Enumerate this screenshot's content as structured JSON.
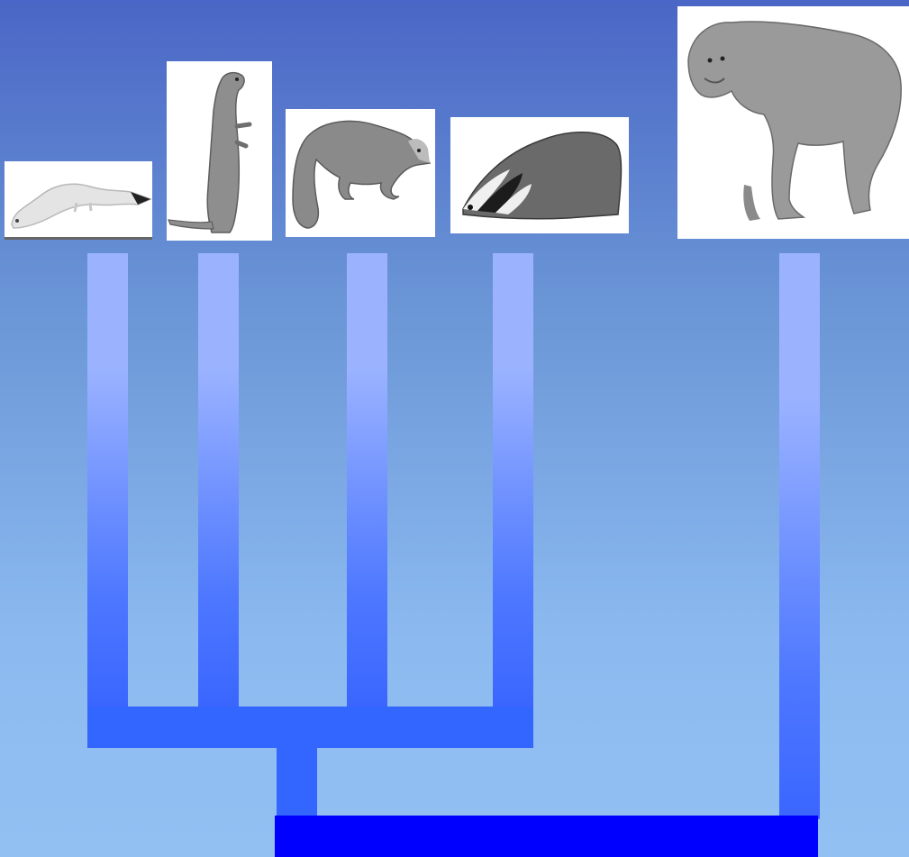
{
  "diagram": {
    "type": "phylogenetic-tree",
    "taxa": [
      {
        "id": "ermine",
        "icon": "ermine-photo"
      },
      {
        "id": "otter",
        "icon": "otter-photo"
      },
      {
        "id": "marten",
        "icon": "marten-photo"
      },
      {
        "id": "badger",
        "icon": "badger-photo"
      },
      {
        "id": "macaque",
        "icon": "macaque-photo"
      }
    ],
    "clades": [
      {
        "members": [
          "ermine",
          "otter",
          "marten",
          "badger"
        ]
      },
      {
        "members": [
          "ermine",
          "otter",
          "marten",
          "badger",
          "macaque"
        ]
      }
    ],
    "colors": {
      "background_top": "#4a66c6",
      "background_bottom": "#93c0f3",
      "branch_light": "#9bb3ff",
      "branch_dark": "#3a66ff",
      "inner_node_bar": "#3366ff",
      "root_bar": "#0000ff"
    }
  }
}
